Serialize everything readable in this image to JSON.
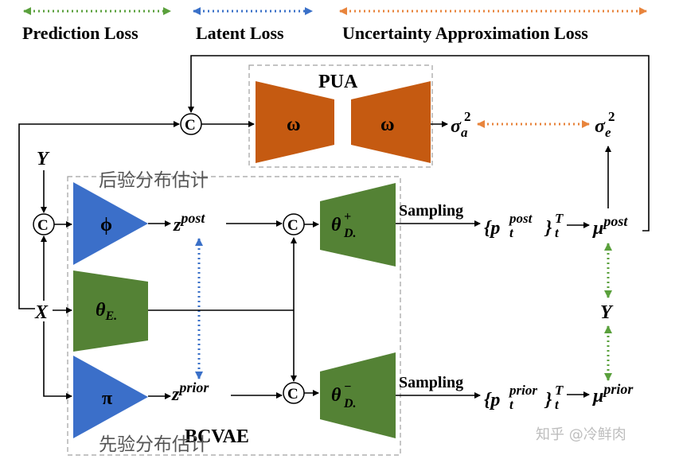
{
  "legend": {
    "prediction_loss": "Prediction Loss",
    "latent_loss": "Latent Loss",
    "uncertainty_loss": "Uncertainty Approximation Loss"
  },
  "colors": {
    "prediction": "#5aa03c",
    "latent": "#3a70c8",
    "uncertainty": "#e8843c",
    "encoder_blue": "#3b6fc9",
    "network_green": "#548235",
    "pua_orange": "#c55a11"
  },
  "pua": {
    "title": "PUA",
    "left_block": "ω",
    "right_block": "ω",
    "sigma_a": "σ",
    "sigma_a_sub": "a",
    "sigma_e": "σ",
    "sigma_e_sub": "e",
    "sigma_sup": "2"
  },
  "bcvae": {
    "title": "BCVAE",
    "annotation_post": "后验分布估计",
    "annotation_prior": "先验分布估计"
  },
  "inputs": {
    "y": "Y",
    "x": "X",
    "concat_symbol": "C"
  },
  "blocks": {
    "phi": "ϕ",
    "pi": "π",
    "theta_e": "θ",
    "theta_e_sub": "E.",
    "theta_d_post": "θ",
    "theta_d_post_sup": "+",
    "theta_d_post_sub": "D.",
    "theta_d_prior": "θ",
    "theta_d_prior_sup": "−",
    "theta_d_prior_sub": "D."
  },
  "latents": {
    "z": "z",
    "post": "post",
    "prior": "prior"
  },
  "sampling": {
    "post_label": "Sampling",
    "prior_label": "Sampling",
    "p": "p",
    "t": "t",
    "T": "T",
    "post": "post",
    "prior": "prior"
  },
  "outputs": {
    "mu": "μ",
    "post": "post",
    "prior": "prior",
    "y_target": "Y"
  },
  "watermark": "知乎 @冷鲜肉"
}
